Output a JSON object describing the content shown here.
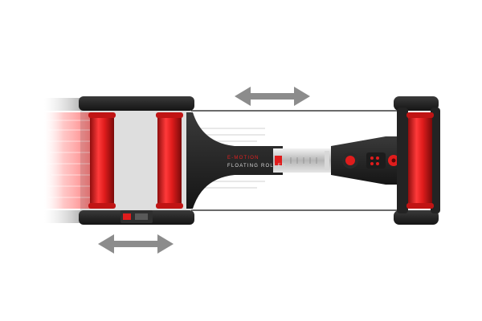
{
  "product": {
    "brand_prefix": "E-MOTION",
    "brand_lettering": "FLOATING ROLLER",
    "colors": {
      "roller_red": "#e01c1c",
      "frame_dark": "#2b2b2b",
      "frame_black": "#1a1a1a",
      "metal": "#c8c8c8",
      "arrow_grey": "#8c8c8c",
      "background": "#ffffff"
    }
  },
  "arrows": {
    "top": {
      "icon": "double-arrow-icon",
      "meaning": "horizontal movement"
    },
    "bottom": {
      "icon": "double-arrow-icon",
      "meaning": "horizontal movement"
    }
  }
}
